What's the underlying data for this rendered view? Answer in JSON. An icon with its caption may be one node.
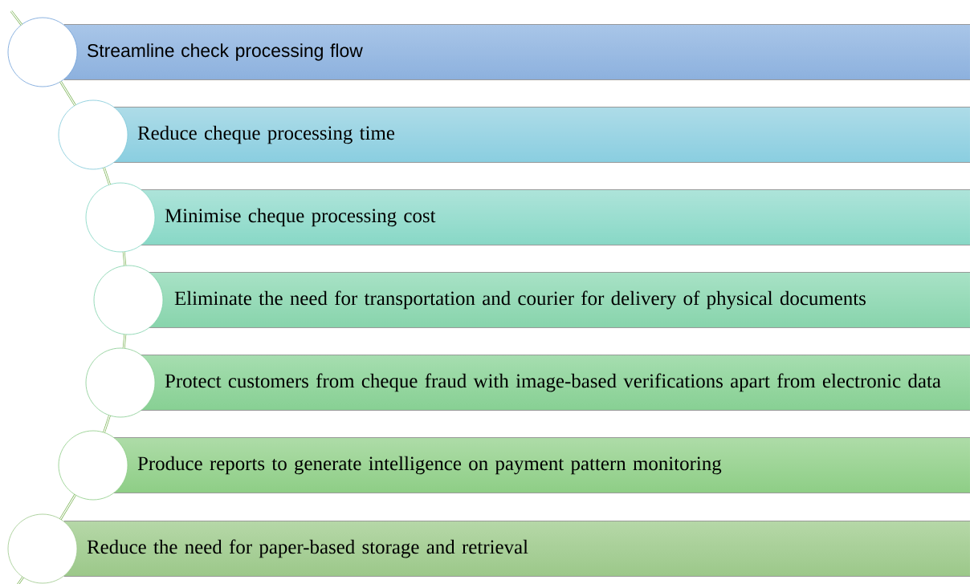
{
  "diagram": {
    "nodes": [
      {
        "text": [
          "Streamline check processing flow"
        ]
      },
      {
        "text": [
          "Reduce cheque processing time"
        ]
      },
      {
        "text": [
          "Minimise cheque processing cost"
        ]
      },
      {
        "text": [
          "Eliminate the need for transportation and courier for delivery of physical documents"
        ]
      },
      {
        "text": [
          "Protect customers from cheque fraud with image-based verifications apart from electronic data"
        ]
      },
      {
        "text": [
          "Produce reports to generate intelligence on payment pattern monitoring"
        ]
      },
      {
        "text": [
          "Reduce the need for paper-based storage and retrieval"
        ]
      },
      {
        "text": [],
        "shape": "circle"
      },
      {
        "text": [],
        "shape": "circle"
      },
      {
        "text": [],
        "shape": "circle"
      },
      {
        "text": [],
        "shape": "circle"
      },
      {
        "text": [],
        "shape": "circle"
      },
      {
        "text": [],
        "shape": "circle"
      },
      {
        "text": [],
        "shape": "circle"
      }
    ],
    "edges": [
      {
        "from": null,
        "to": 7,
        "arrow": "none"
      },
      {
        "from": 7,
        "to": 8,
        "arrow": "none"
      },
      {
        "from": 8,
        "to": 9,
        "arrow": "none"
      },
      {
        "from": 9,
        "to": 10,
        "arrow": "none"
      },
      {
        "from": 10,
        "to": 11,
        "arrow": "none"
      },
      {
        "from": 11,
        "to": 12,
        "arrow": "none"
      },
      {
        "from": 12,
        "to": 13,
        "arrow": "none"
      },
      {
        "from": 13,
        "to": null,
        "arrow": "none"
      }
    ]
  }
}
